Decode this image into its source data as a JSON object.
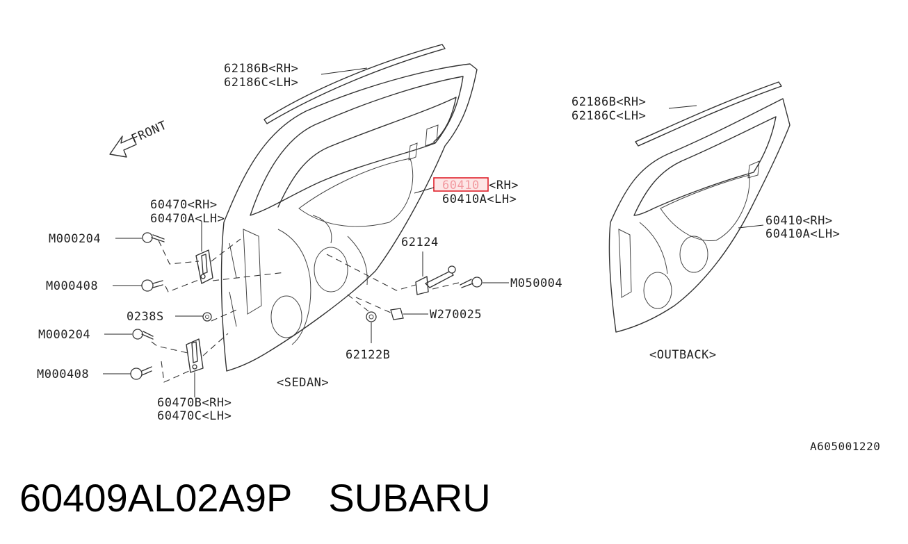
{
  "diagram": {
    "direction_label": "FRONT",
    "labels": {
      "sedan_weatherstrip_rh": "62186B<RH>",
      "sedan_weatherstrip_lh": "62186C<LH>",
      "sedan_panel_rh_part": "60410",
      "sedan_panel_rh_suffix": "<RH>",
      "sedan_panel_lh": "60410A<LH>",
      "upper_hinge_rh": "60470<RH>",
      "upper_hinge_lh": "60470A<LH>",
      "bolt_m000204_upper": "M000204",
      "bolt_m000408_upper": "M000408",
      "nut_0238s": "0238S",
      "bolt_m000204_lower": "M000204",
      "bolt_m000408_lower": "M000408",
      "lower_hinge_rh": "60470B<RH>",
      "lower_hinge_lh": "60470C<LH>",
      "checker": "62124",
      "bolt_m050004": "M050004",
      "washer_w270025": "W270025",
      "plug_62122b": "62122B",
      "sedan_caption": "<SEDAN>",
      "outback_weatherstrip_rh": "62186B<RH>",
      "outback_weatherstrip_lh": "62186C<LH>",
      "outback_panel_rh": "60410<RH>",
      "outback_panel_lh": "60410A<LH>",
      "outback_caption": "<OUTBACK>",
      "figure_id": "A605001220"
    },
    "highlight_color": "#e0202a"
  },
  "footer": {
    "part_number": "60409AL02A9P",
    "brand": "SUBARU"
  }
}
